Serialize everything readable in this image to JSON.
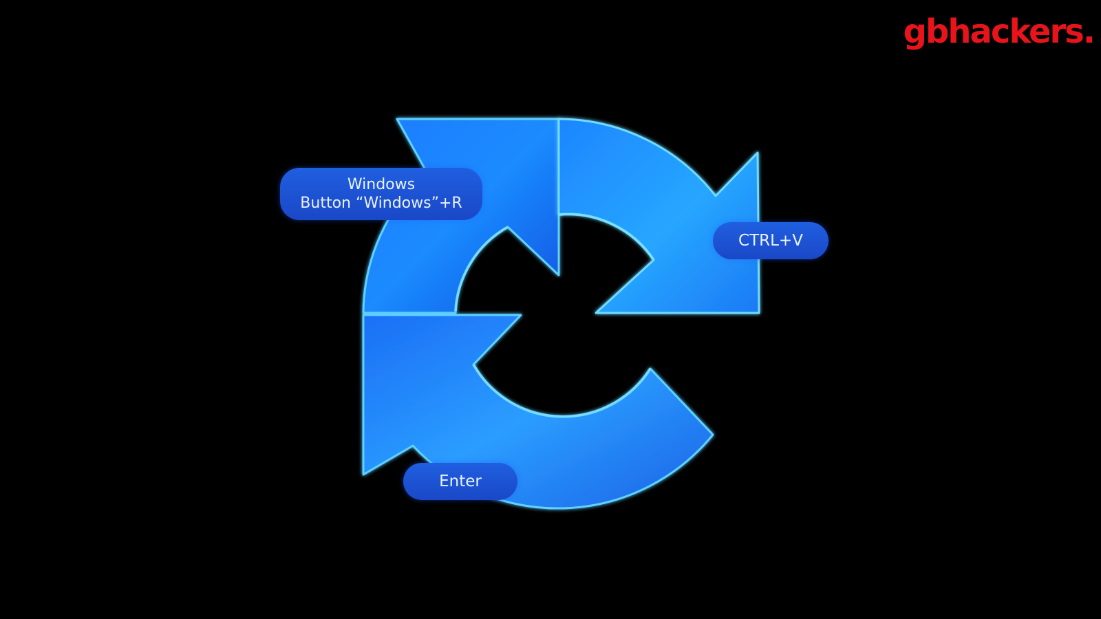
{
  "brand": {
    "logo_text": "gbhackers.",
    "color": "#e8141b"
  },
  "diagram": {
    "steps": [
      {
        "line1": "Windows",
        "line2": "Button “Windows”+R"
      },
      {
        "label": "CTRL+V"
      },
      {
        "label": "Enter"
      }
    ],
    "colors": {
      "arrow_light": "#35b8ff",
      "arrow_mid": "#1f7cff",
      "arrow_dark": "#1445d6",
      "pill": "#1f5fe0",
      "background": "#000000"
    }
  }
}
